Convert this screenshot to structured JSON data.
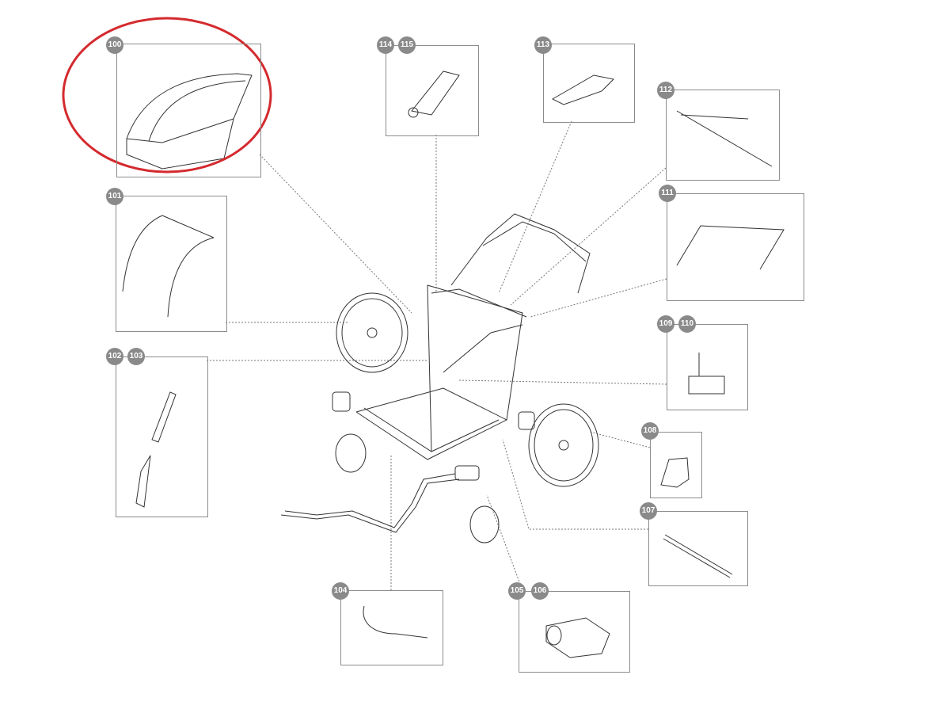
{
  "title": "Stroller spare parts exploded diagram",
  "highlight_color": "#d42a2e",
  "badge_color": "#8a8a8a",
  "parts": {
    "p100": "100",
    "p101": "101",
    "p102": "102",
    "p103": "103",
    "p104": "104",
    "p105": "105",
    "p106": "106",
    "p107": "107",
    "p108": "108",
    "p109": "109",
    "p110": "110",
    "p111": "111",
    "p112": "112",
    "p113": "113",
    "p114": "114",
    "p115": "115"
  }
}
